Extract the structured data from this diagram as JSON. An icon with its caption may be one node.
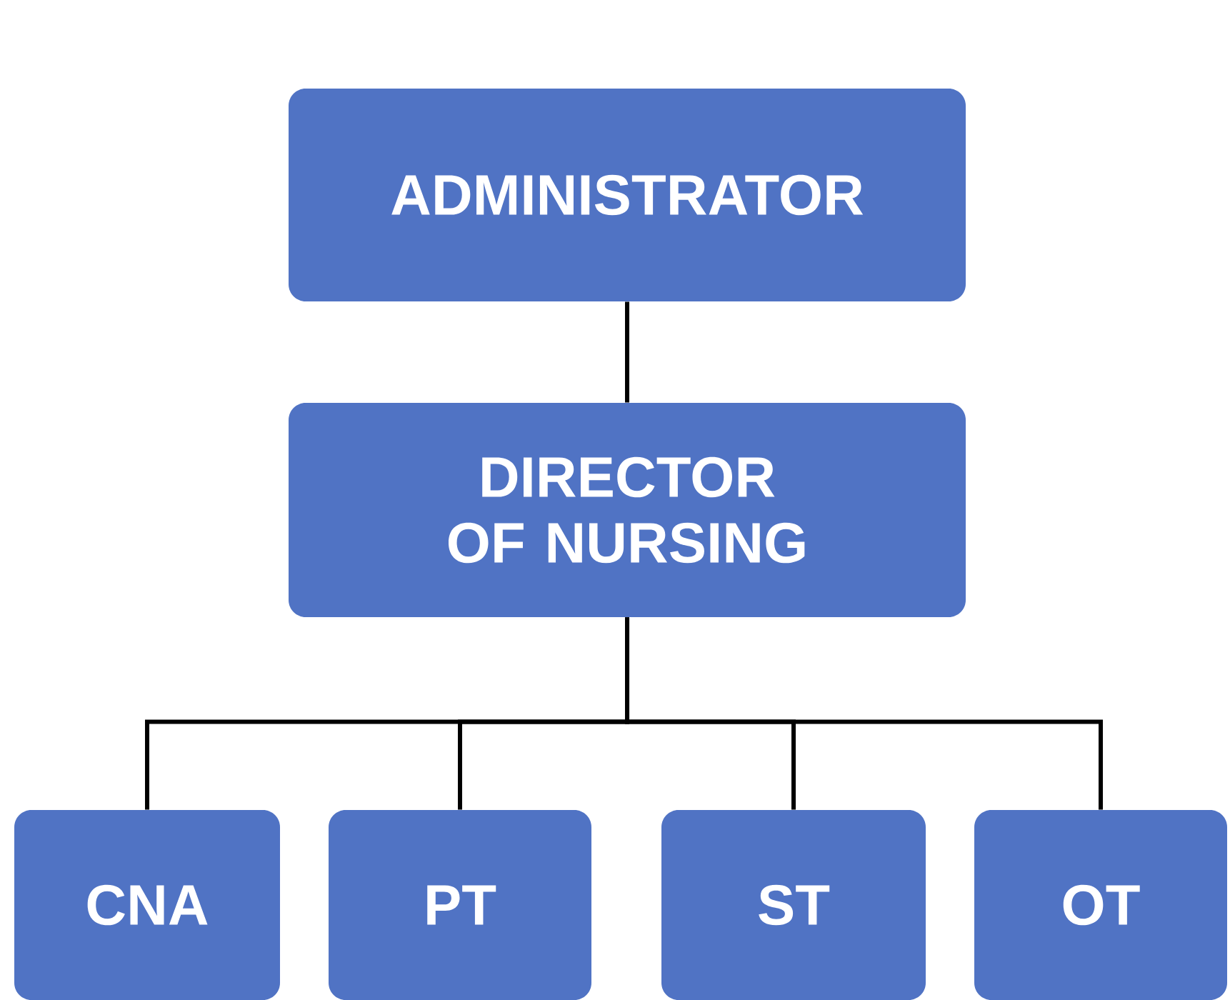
{
  "diagram": {
    "nodes": [
      {
        "text": [
          "ADMINISTRATOR"
        ]
      },
      {
        "text": [
          "DIRECTOR OF NURSING"
        ]
      },
      {
        "text": [
          "CNA"
        ]
      },
      {
        "text": [
          "PT"
        ]
      },
      {
        "text": [
          "ST"
        ]
      },
      {
        "text": [
          "OT"
        ]
      }
    ],
    "edges": [
      {
        "from": 0,
        "to": 1,
        "arrow": "none"
      },
      {
        "from": 1,
        "to": 2,
        "arrow": "none"
      },
      {
        "from": 1,
        "to": 3,
        "arrow": "none"
      },
      {
        "from": 1,
        "to": 4,
        "arrow": "none"
      },
      {
        "from": 1,
        "to": 5,
        "arrow": "none"
      }
    ]
  }
}
